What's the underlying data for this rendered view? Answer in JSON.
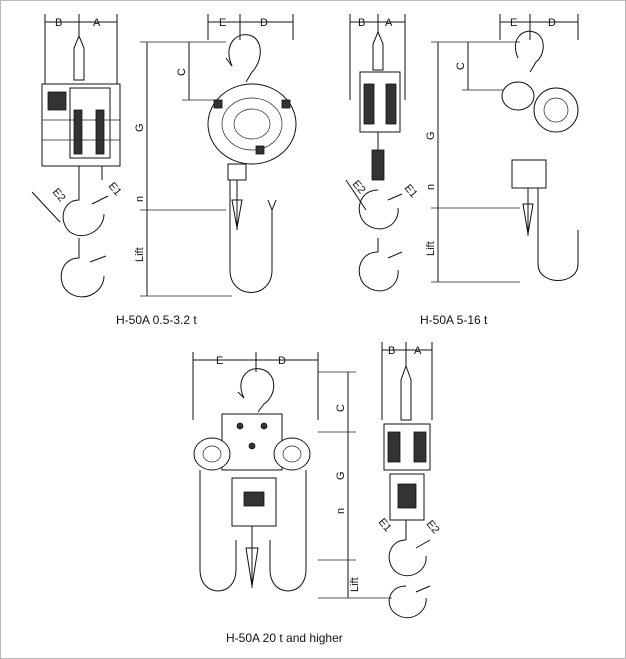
{
  "captions": {
    "small": "H-50A  0.5-3.2 t",
    "medium": "H-50A  5-16 t",
    "large": "H-50A  20 t and higher"
  },
  "labels": {
    "a": "A",
    "b": "B",
    "c": "C",
    "d": "D",
    "e": "E",
    "g": "G",
    "n": "n",
    "lift": "Lift",
    "e1": "E1",
    "e2": "E2"
  }
}
